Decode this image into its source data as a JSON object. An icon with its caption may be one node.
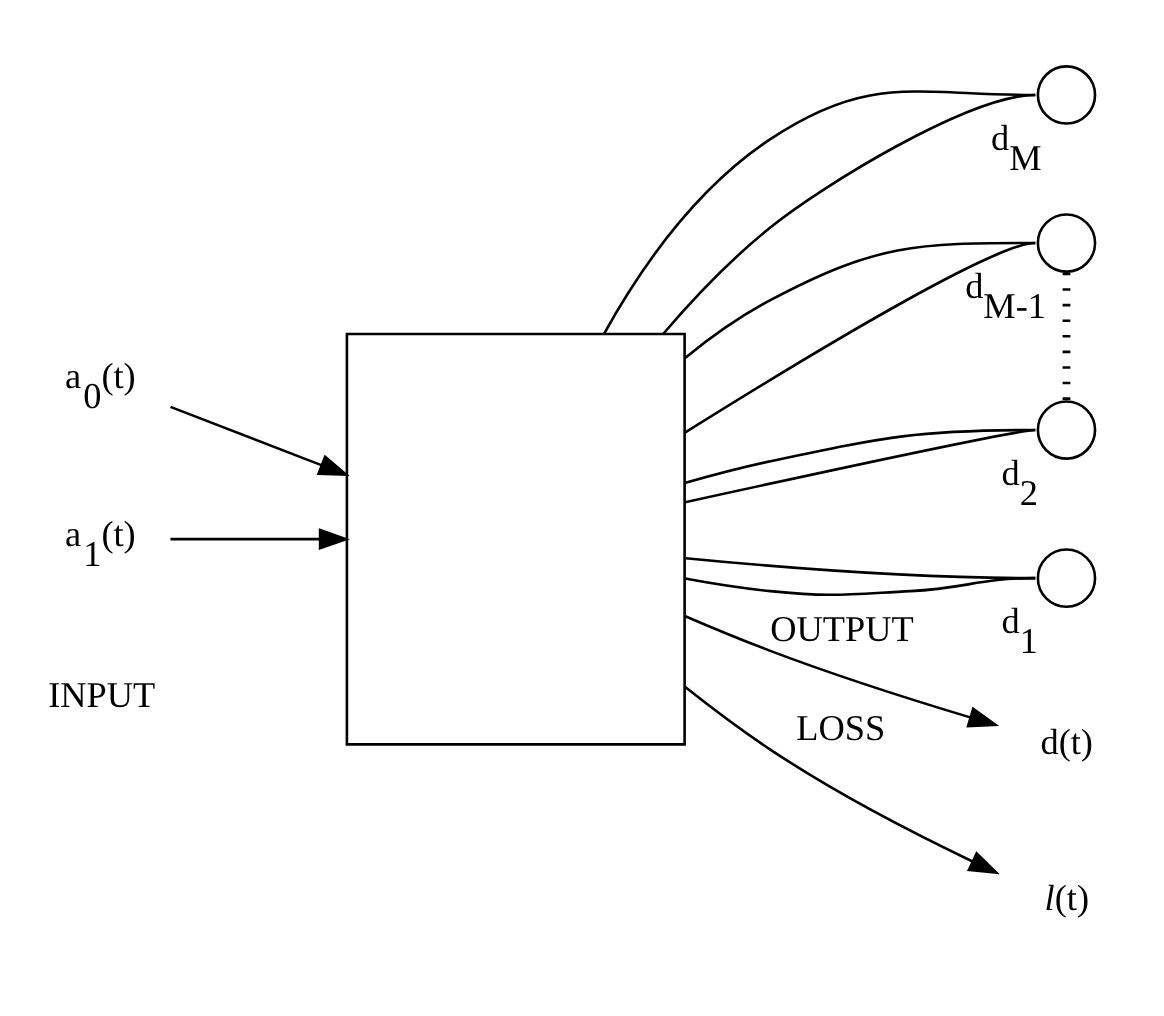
{
  "diagram": {
    "nodes": [
      {
        "text": [],
        "shape": "circle",
        "beside": [
          "d$_{M}$"
        ]
      },
      {
        "text": [],
        "shape": "circle",
        "beside": [
          "d$_{M-1}$"
        ]
      },
      {
        "text": [],
        "shape": "circle",
        "beside": [
          "d$_{2}$"
        ]
      },
      {
        "text": [],
        "shape": "circle",
        "beside": [
          "d$_{1}$"
        ]
      },
      {
        "text": [],
        "shape": "box"
      },
      {
        "text": [
          "a$_{0}$(t)"
        ]
      },
      {
        "text": [
          "a$_{1}$(t)"
        ]
      },
      {
        "text": [
          "d(t)"
        ]
      },
      {
        "text": [
          "*l*(t)"
        ]
      }
    ],
    "edges": [
      {
        "from": 4,
        "to": 3,
        "arrow": "none"
      },
      {
        "from": 3,
        "to": 4,
        "arrow": "none"
      },
      {
        "from": 4,
        "to": 2,
        "arrow": "none"
      },
      {
        "from": 2,
        "to": 4,
        "arrow": "none"
      },
      {
        "from": 4,
        "to": 1,
        "arrow": "none"
      },
      {
        "from": 1,
        "to": 4,
        "arrow": "none"
      },
      {
        "from": 4,
        "to": 0,
        "arrow": "none"
      },
      {
        "from": 0,
        "to": 4,
        "arrow": "none"
      },
      {
        "from": 1,
        "to": 2,
        "arrow": "none",
        "style": "dashed"
      },
      {
        "from": 5,
        "to": 4,
        "arrow": "to"
      },
      {
        "from": 6,
        "to": 4,
        "arrow": "to"
      },
      {
        "from": 4,
        "to": 7,
        "arrow": "to",
        "label": "OUTPUT"
      },
      {
        "from": 4,
        "to": 8,
        "arrow": "to",
        "label": "LOSS"
      }
    ],
    "labels": [
      "INPUT"
    ]
  }
}
